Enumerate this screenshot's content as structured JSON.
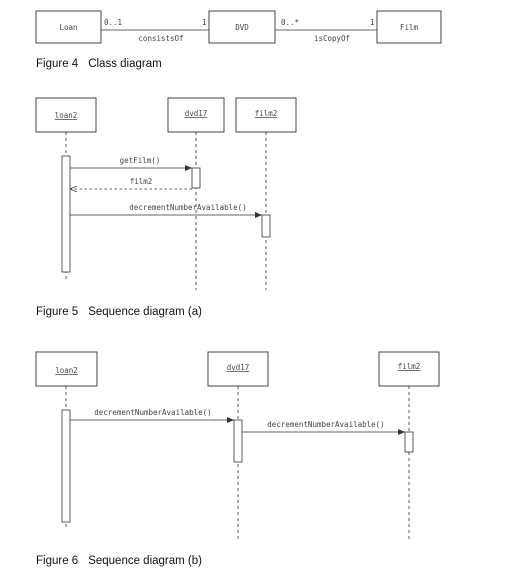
{
  "class_diagram": {
    "classes": [
      "Loan",
      "DVD",
      "Film"
    ],
    "assoc1": {
      "left_mult": "0..1",
      "right_mult": "1",
      "name": "consistsOf"
    },
    "assoc2": {
      "left_mult": "0..*",
      "right_mult": "1",
      "name": "isCopyOf"
    },
    "caption_num": "Figure 4",
    "caption_text": "Class diagram"
  },
  "seq_a": {
    "objects": [
      "loan2",
      "dvd17",
      "film2"
    ],
    "messages": [
      "getFilm()",
      "film2",
      "decrementNumberAvailable()"
    ],
    "caption_num": "Figure 5",
    "caption_text": "Sequence diagram (a)"
  },
  "seq_b": {
    "objects": [
      "loan2",
      "dvd17",
      "film2"
    ],
    "messages": [
      "decrementNumberAvailable()",
      "decrementNumberAvailable()"
    ],
    "caption_num": "Figure 6",
    "caption_text": "Sequence diagram (b)"
  }
}
